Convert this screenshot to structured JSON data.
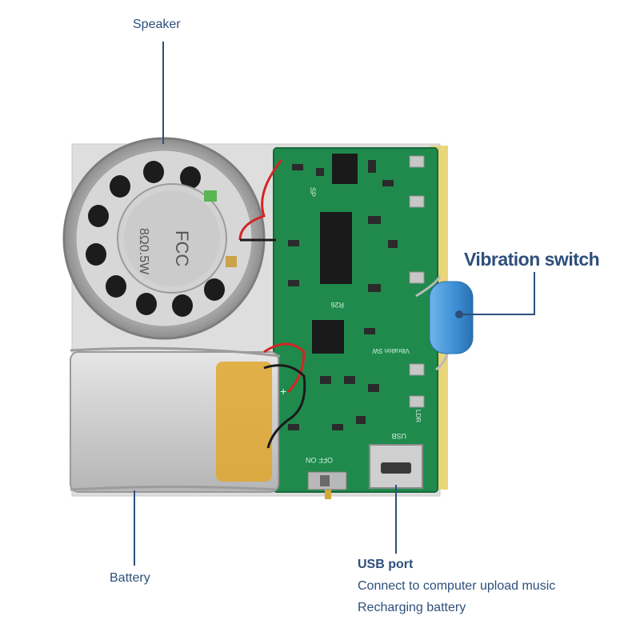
{
  "labels": {
    "speaker": "Speaker",
    "vibration_switch": "Vibration switch",
    "battery": "Battery",
    "usb_port": "USB port",
    "usb_desc_1": "Connect to computer upload music",
    "usb_desc_2": "Recharging battery"
  },
  "board_silkscreen": {
    "speaker_marking": "FCC",
    "speaker_spec": "8Ω0.5W",
    "sp": "SP",
    "r26": "R26",
    "vibration_sw": "Vibration SW",
    "ldr": "LDR",
    "usb": "USB",
    "off_on": "OFF ON",
    "plus": "+"
  },
  "colors": {
    "accent": "#2d4f7c",
    "pcb": "#1f8a4c",
    "battery": "#c9c9c9",
    "tape": "#e8d26a",
    "vibration_switch": "#3c8fd6"
  }
}
